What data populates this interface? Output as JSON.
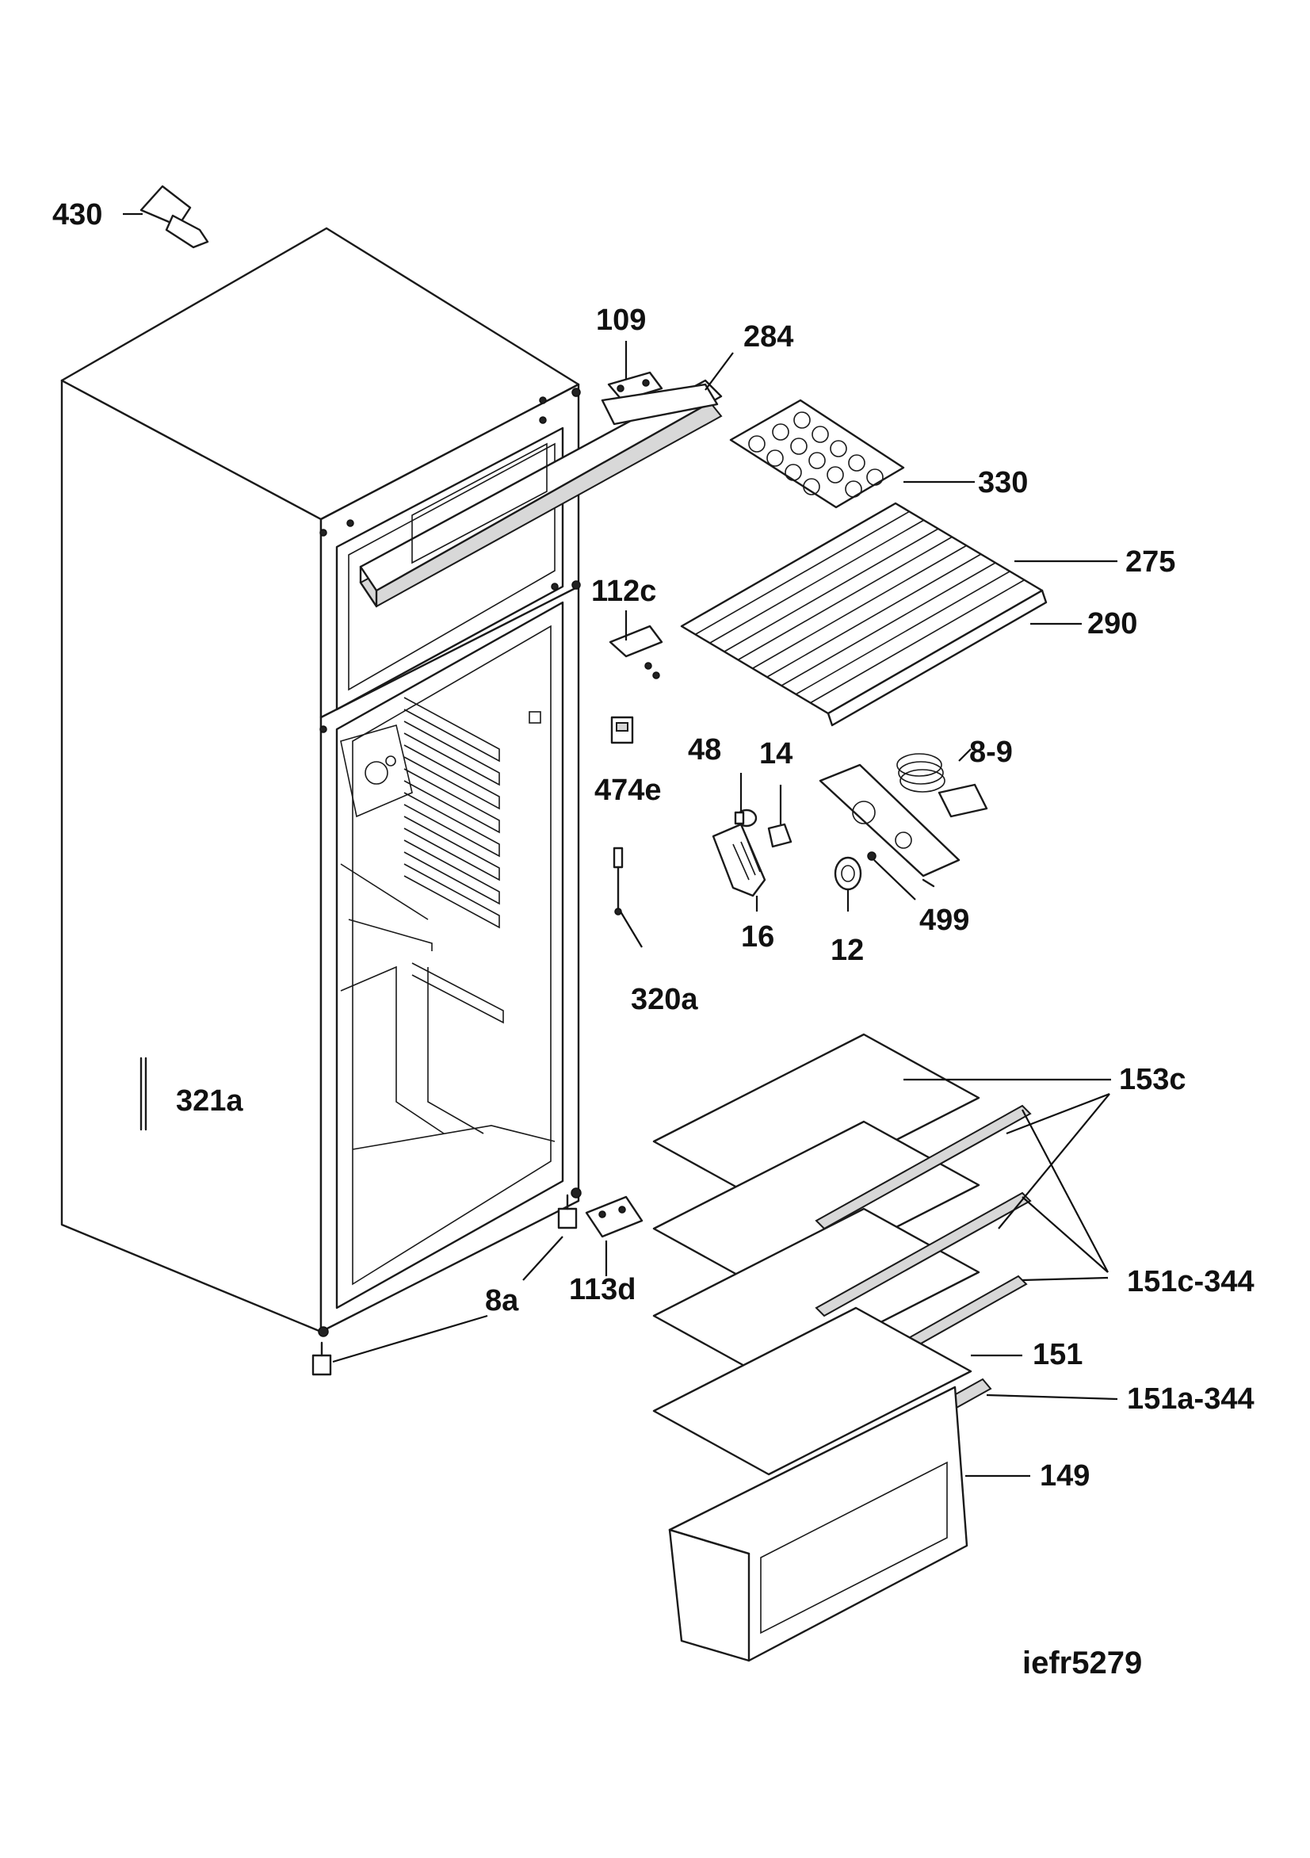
{
  "diagram": {
    "reference_code": "iefr5279",
    "parts": [
      {
        "id": "430"
      },
      {
        "id": "109"
      },
      {
        "id": "284"
      },
      {
        "id": "330"
      },
      {
        "id": "275"
      },
      {
        "id": "290"
      },
      {
        "id": "112c"
      },
      {
        "id": "474e"
      },
      {
        "id": "48"
      },
      {
        "id": "14"
      },
      {
        "id": "8-9"
      },
      {
        "id": "16"
      },
      {
        "id": "12"
      },
      {
        "id": "499"
      },
      {
        "id": "320a"
      },
      {
        "id": "321a"
      },
      {
        "id": "153c"
      },
      {
        "id": "151c-344"
      },
      {
        "id": "151"
      },
      {
        "id": "151a-344"
      },
      {
        "id": "149"
      },
      {
        "id": "8a"
      },
      {
        "id": "113d"
      }
    ]
  }
}
